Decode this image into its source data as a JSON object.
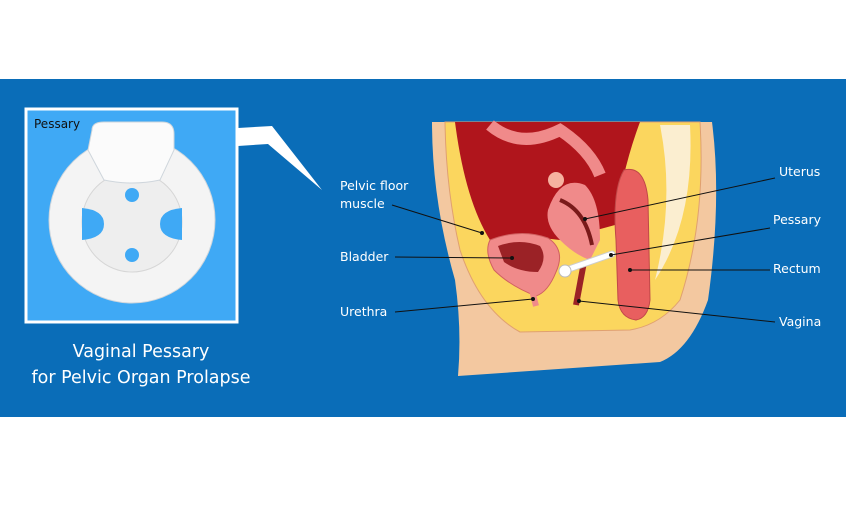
{
  "inset": {
    "label": "Pessary",
    "caption_line1": "Vaginal Pessary",
    "caption_line2": "for Pelvic Organ Prolapse"
  },
  "labels": {
    "pelvic_floor": "Pelvic floor\nmuscle",
    "bladder": "Bladder",
    "urethra": "Urethra",
    "uterus": "Uterus",
    "pessary": "Pessary",
    "rectum": "Rectum",
    "vagina": "Vagina"
  },
  "colors": {
    "banner": "#0a6db8",
    "inset_bg": "#3fa9f5",
    "cavity": "#b0151c",
    "fat": "#fbd65e",
    "skin": "#f3c8a0",
    "organ": "#f08a8a"
  }
}
